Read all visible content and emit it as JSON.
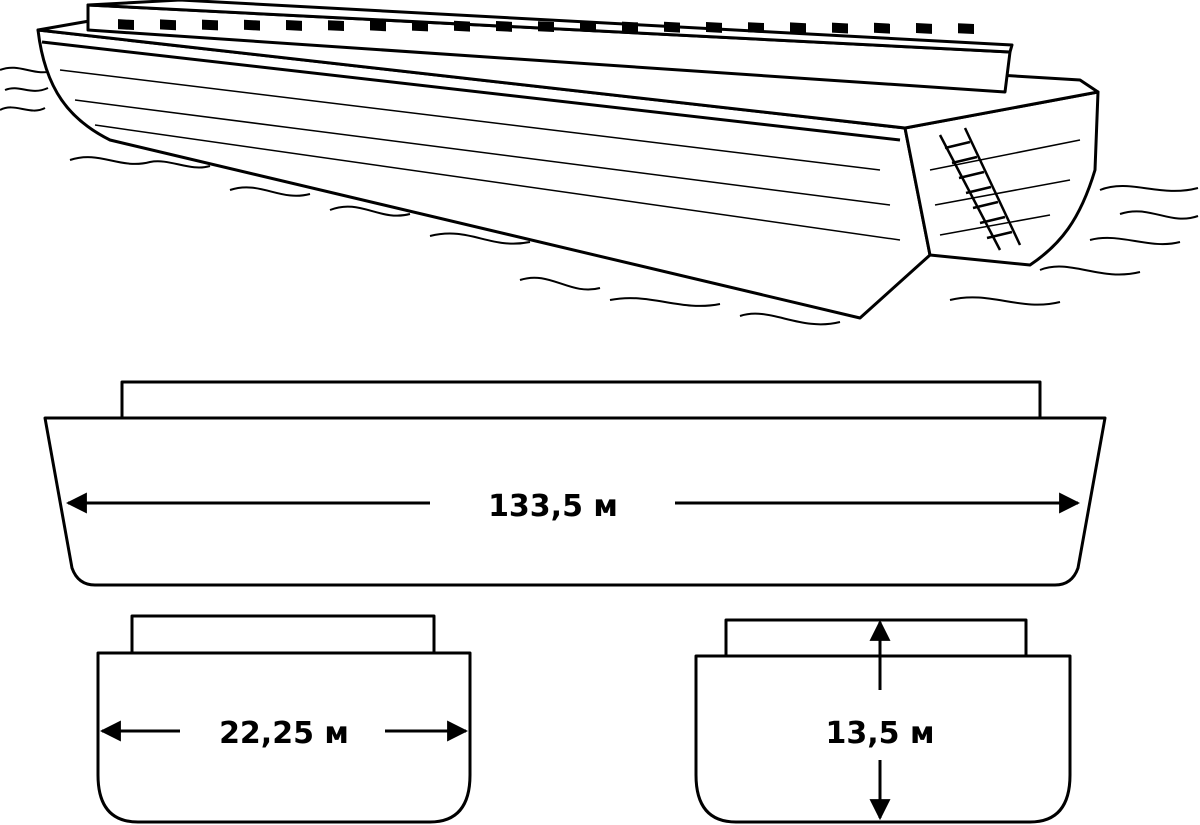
{
  "dimensions": {
    "length": "133,5 м",
    "width": "22,25 м",
    "height": "13,5 м"
  },
  "colors": {
    "ink": "#000000",
    "paper": "#ffffff"
  }
}
